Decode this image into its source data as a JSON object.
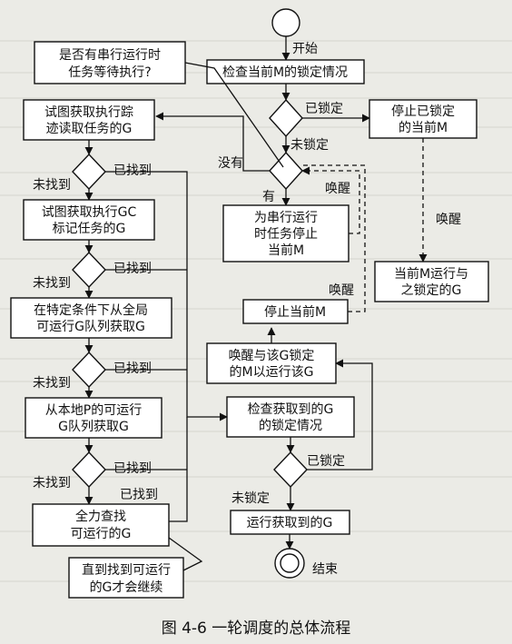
{
  "nodes": {
    "start_label": "开始",
    "check_lock": "检查当前M的锁定情况",
    "locked": "已锁定",
    "unlocked": "未锁定",
    "stop_locked_m": [
      "停止已锁定",
      "的当前M"
    ],
    "no": "没有",
    "yes": "有",
    "wakeup": "唤醒",
    "question": [
      "是否有串行运行时",
      "任务等待执行?"
    ],
    "stop_for_serial": [
      "为串行运行",
      "时任务停止",
      "当前M"
    ],
    "resume_locked_m": [
      "当前M运行与",
      "之锁定的G"
    ],
    "stop_current_m": "停止当前M",
    "wake_locked_m": [
      "唤醒与该G锁定",
      "的M以运行该G"
    ],
    "check_g_lock": [
      "检查获取到的G",
      "的锁定情况"
    ],
    "run_g": "运行获取到的G",
    "end_label": "结束",
    "trace_g": [
      "试图获取执行踪",
      "迹读取任务的G"
    ],
    "gc_g": [
      "试图获取执行GC",
      "标记任务的G"
    ],
    "global_q": [
      "在特定条件下从全局",
      "可运行G队列获取G"
    ],
    "local_p": [
      "从本地P的可运行",
      "G队列获取G"
    ],
    "find_runnable": [
      "全力查找",
      "可运行的G"
    ],
    "not_found": "未找到",
    "found": "已找到",
    "note": [
      "直到找到可运行",
      "的G才会继续"
    ]
  },
  "caption": "图 4-6   一轮调度的总体流程"
}
